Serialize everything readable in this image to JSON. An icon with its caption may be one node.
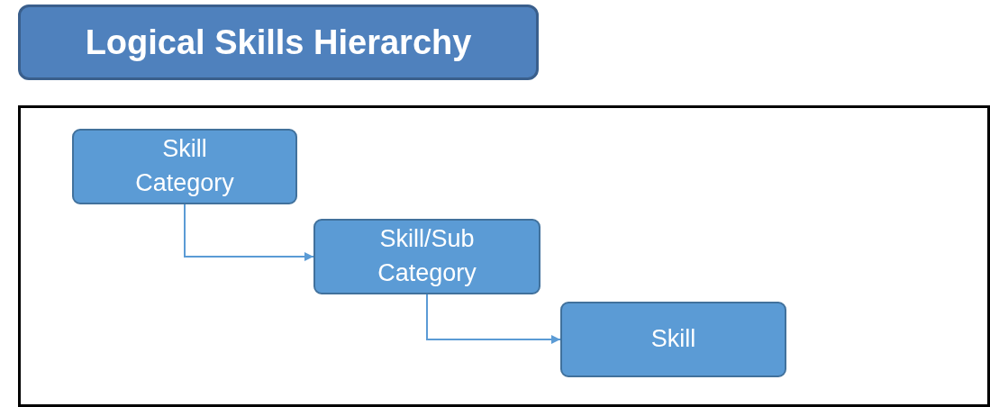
{
  "diagram": {
    "title": "Logical Skills Hierarchy",
    "nodes": [
      {
        "text": [],
        "shape": "box"
      },
      {
        "text": [
          "Skill Category"
        ],
        "in": 0
      },
      {
        "text": [
          "Skill/Sub Category"
        ],
        "in": 0
      },
      {
        "text": [
          "Skill"
        ],
        "in": 0
      }
    ],
    "edges": [
      {
        "from": 1,
        "to": 2,
        "arrow": "to"
      },
      {
        "from": 2,
        "to": 3,
        "arrow": "to"
      }
    ]
  }
}
